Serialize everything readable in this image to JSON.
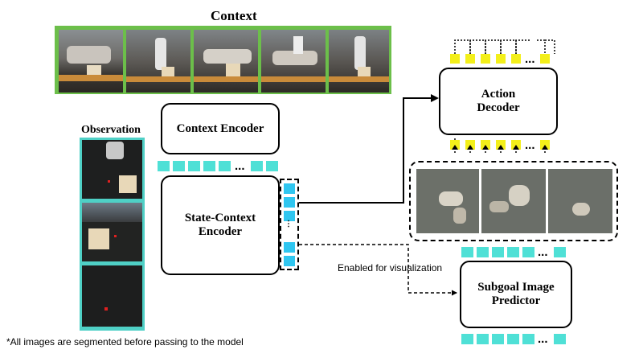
{
  "context": {
    "title": "Context"
  },
  "observation": {
    "title": "Observation"
  },
  "context_encoder": {
    "label": "Context Encoder"
  },
  "state_context_encoder": {
    "label_line1": "State-Context",
    "label_line2": "Encoder"
  },
  "action_decoder": {
    "label_line1": "Action",
    "label_line2": "Decoder"
  },
  "subgoal_predictor": {
    "label_line1": "Subgoal Image",
    "label_line2": "Predictor"
  },
  "visualization_note": "Enabled for visualization",
  "footnote": "*All images are segmented before passing to the model",
  "ellipsis": "...",
  "colors": {
    "context_border": "#6cbf4a",
    "observation_border": "#4fd0c6",
    "context_token": "#4fe0d6",
    "state_token": "#2fc6f0",
    "action_token": "#f3ef1a"
  }
}
